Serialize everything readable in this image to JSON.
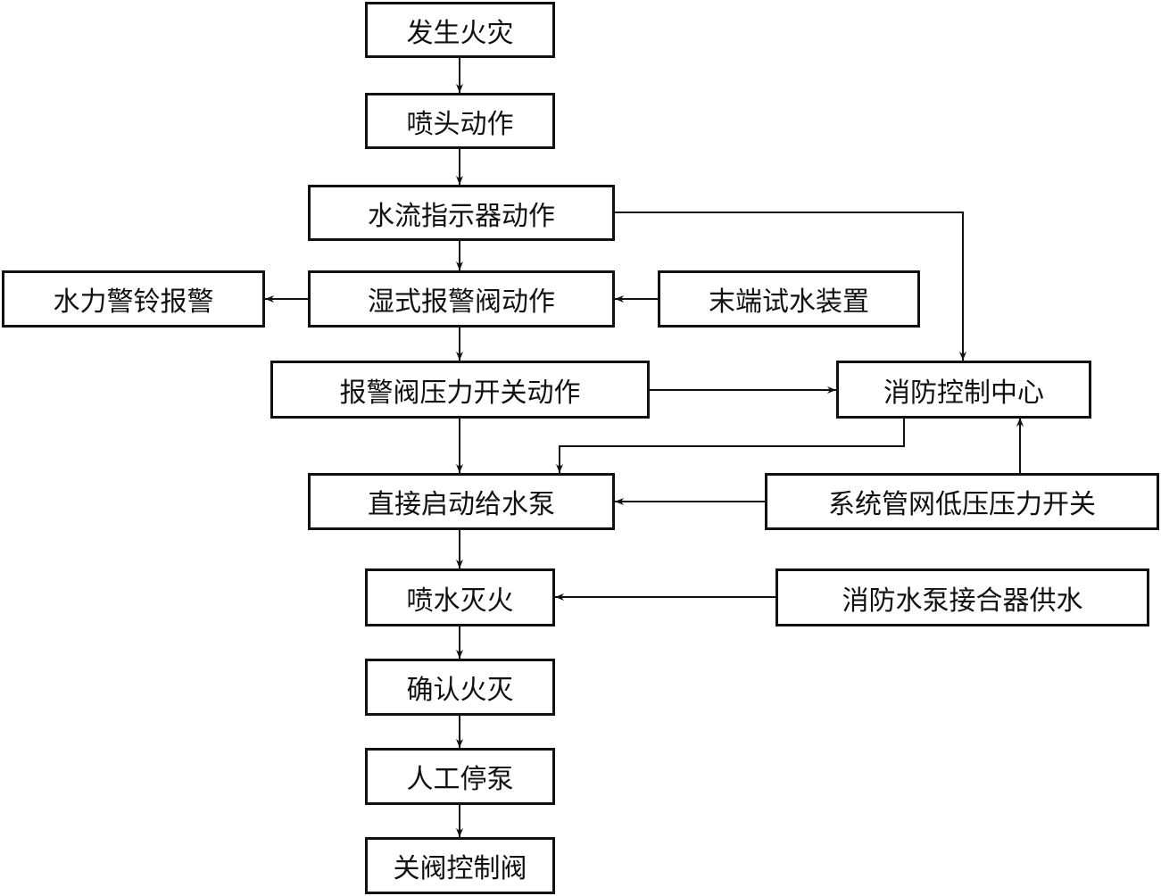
{
  "nodes": {
    "fire_occurs": "发生火灾",
    "sprinkler_action": "喷头动作",
    "flow_indicator": "水流指示器动作",
    "wet_alarm_valve": "湿式报警阀动作",
    "water_gong": "水力警铃报警",
    "end_test_device": "末端试水装置",
    "pressure_switch": "报警阀压力开关动作",
    "fire_control_center": "消防控制中心",
    "start_pump": "直接启动给水泵",
    "low_pressure_switch": "系统管网低压压力开关",
    "spray_extinguish": "喷水灭火",
    "pump_connector": "消防水泵接合器供水",
    "confirm_out": "确认火灭",
    "manual_stop": "人工停泵",
    "close_valve": "关阀控制阀"
  },
  "colors": {
    "line": "#111111",
    "background": "#ffffff"
  }
}
